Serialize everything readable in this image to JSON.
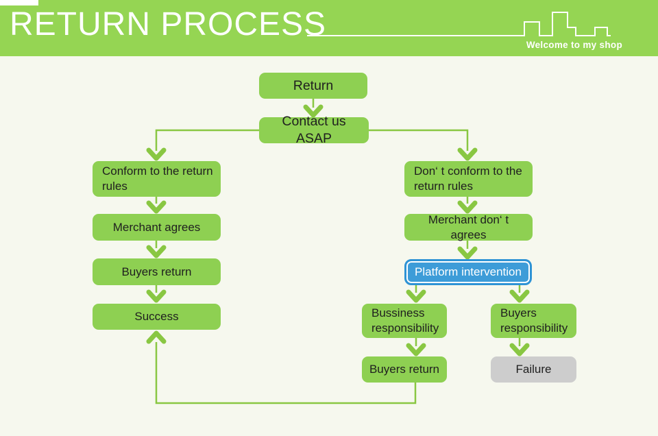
{
  "header": {
    "title": "RETURN PROCESS",
    "subtitle": "Welcome to my shop",
    "skyline_icon": "city-skyline-outline"
  },
  "colors": {
    "header-green": "#95d553",
    "box-green": "#8ed052",
    "connector-green": "#89c742",
    "highlight-blue": "#3d9cd8",
    "highlight-blue-border": "#2e93d5",
    "gray-box": "#cdcdcd",
    "background": "#f6f8ee",
    "text-dark": "#1f1f1f",
    "white": "#ffffff"
  },
  "nodes": {
    "return": {
      "label": "Return",
      "style": "green"
    },
    "contact": {
      "label": "Contact us ASAP",
      "style": "green"
    },
    "conform": {
      "label": "Conform to the return rules",
      "style": "green"
    },
    "merchant_agrees": {
      "label": "Merchant agrees",
      "style": "green"
    },
    "buyers_return_left": {
      "label": "Buyers return",
      "style": "green"
    },
    "success": {
      "label": "Success",
      "style": "green"
    },
    "dont_conform": {
      "label": "Don‘ t conform to the return rules",
      "style": "green"
    },
    "merchant_dont_agree": {
      "label": "Merchant don‘ t agrees",
      "style": "green"
    },
    "platform": {
      "label": "Platform intervention",
      "style": "blue-highlight"
    },
    "business_resp": {
      "label": "Bussiness responsibility",
      "style": "green"
    },
    "buyers_resp": {
      "label": "Buyers responsibility",
      "style": "green"
    },
    "buyers_return_right": {
      "label": "Buyers return",
      "style": "green"
    },
    "failure": {
      "label": "Failure",
      "style": "gray"
    }
  },
  "edges": [
    {
      "from": "return",
      "to": "contact"
    },
    {
      "from": "contact",
      "to": "conform"
    },
    {
      "from": "contact",
      "to": "dont_conform"
    },
    {
      "from": "conform",
      "to": "merchant_agrees"
    },
    {
      "from": "merchant_agrees",
      "to": "buyers_return_left"
    },
    {
      "from": "buyers_return_left",
      "to": "success"
    },
    {
      "from": "dont_conform",
      "to": "merchant_dont_agree"
    },
    {
      "from": "merchant_dont_agree",
      "to": "platform"
    },
    {
      "from": "platform",
      "to": "business_resp"
    },
    {
      "from": "platform",
      "to": "buyers_resp"
    },
    {
      "from": "business_resp",
      "to": "buyers_return_right"
    },
    {
      "from": "buyers_resp",
      "to": "failure"
    },
    {
      "from": "buyers_return_right",
      "to": "success"
    }
  ]
}
